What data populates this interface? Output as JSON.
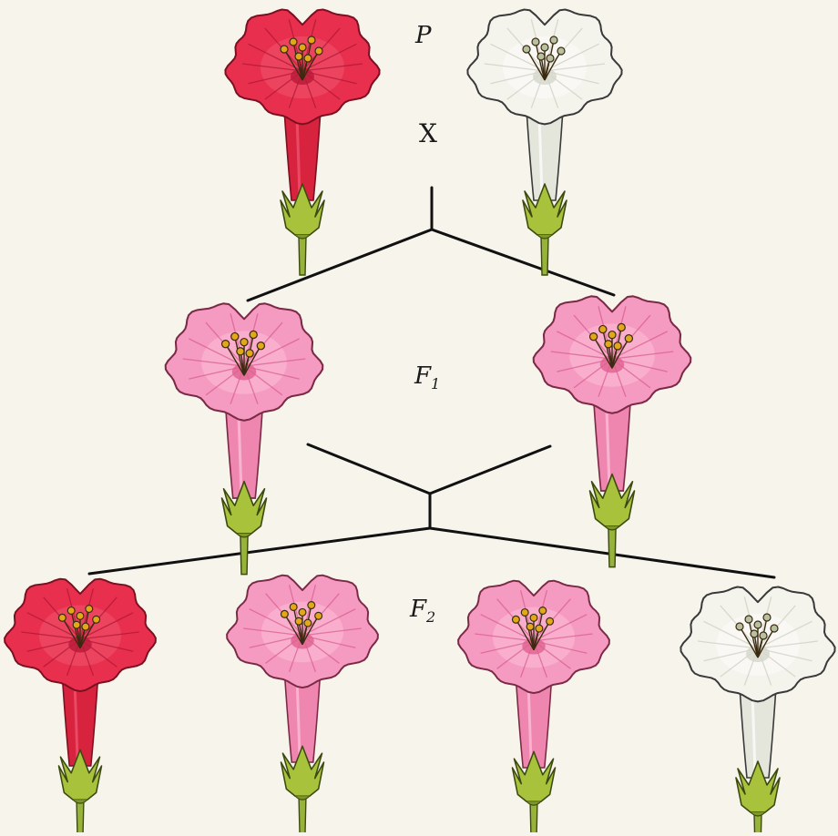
{
  "labels": {
    "parental": "P",
    "cross": "X",
    "f1_letter": "F",
    "f1_sub": "1",
    "f2_letter": "F",
    "f2_sub": "2"
  },
  "colors": {
    "red": "#e8304e",
    "pink": "#f59ac0",
    "white": "#f4f3ec",
    "calyx": "#a9c23c",
    "stamen": "#e1a818",
    "line": "#111111"
  },
  "generations": {
    "parental": [
      "red",
      "white"
    ],
    "f1": [
      "pink",
      "pink"
    ],
    "f2": [
      "red",
      "pink",
      "pink",
      "white"
    ]
  }
}
